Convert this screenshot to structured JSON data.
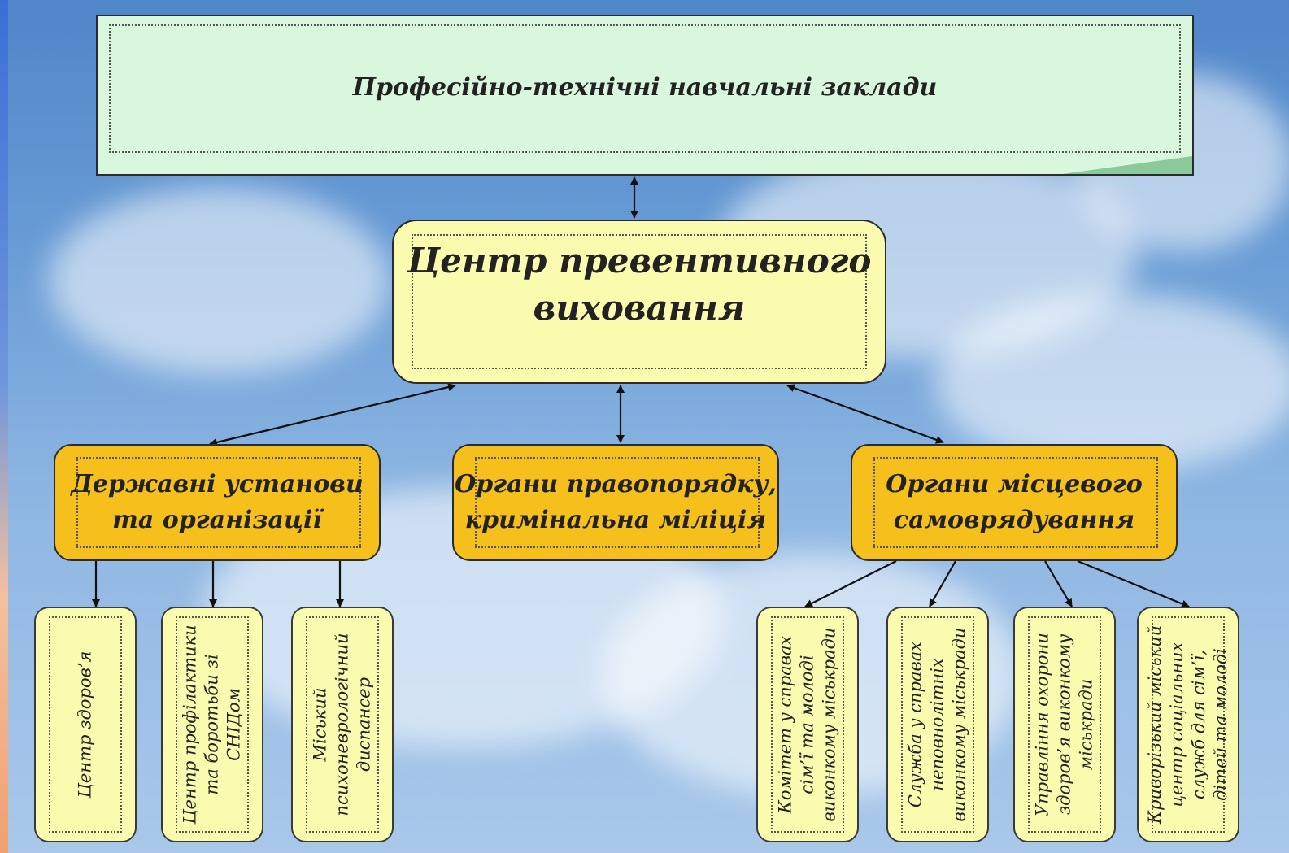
{
  "top": {
    "label": "Професійно-технічні навчальні заклади"
  },
  "center": {
    "line1": "Центр превентивного",
    "line2": "виховання"
  },
  "mid": [
    {
      "line1": "Державні установи",
      "line2": "та організації"
    },
    {
      "line1": "Органи правопорядку,",
      "line2": "кримінальна міліція"
    },
    {
      "line1": "Органи місцевого",
      "line2": "самоврядування"
    }
  ],
  "leaves_left": [
    {
      "label": "Центр здоров’я"
    },
    {
      "label": "Центр профілактики та боротьби зі СНІДом"
    },
    {
      "label": "Міський психоневрологічний диспансер"
    }
  ],
  "leaves_right": [
    {
      "label": "Комітет у справах сім’ї та молоді виконкому міськради"
    },
    {
      "label": "Служба у справах неповнолітніх виконкому міськради"
    },
    {
      "label": "Управління охорони здоров’я виконкому міськради"
    },
    {
      "label": "Криворізький міський центр соціальних служб для сім’ї, дітей та молоді"
    }
  ]
}
